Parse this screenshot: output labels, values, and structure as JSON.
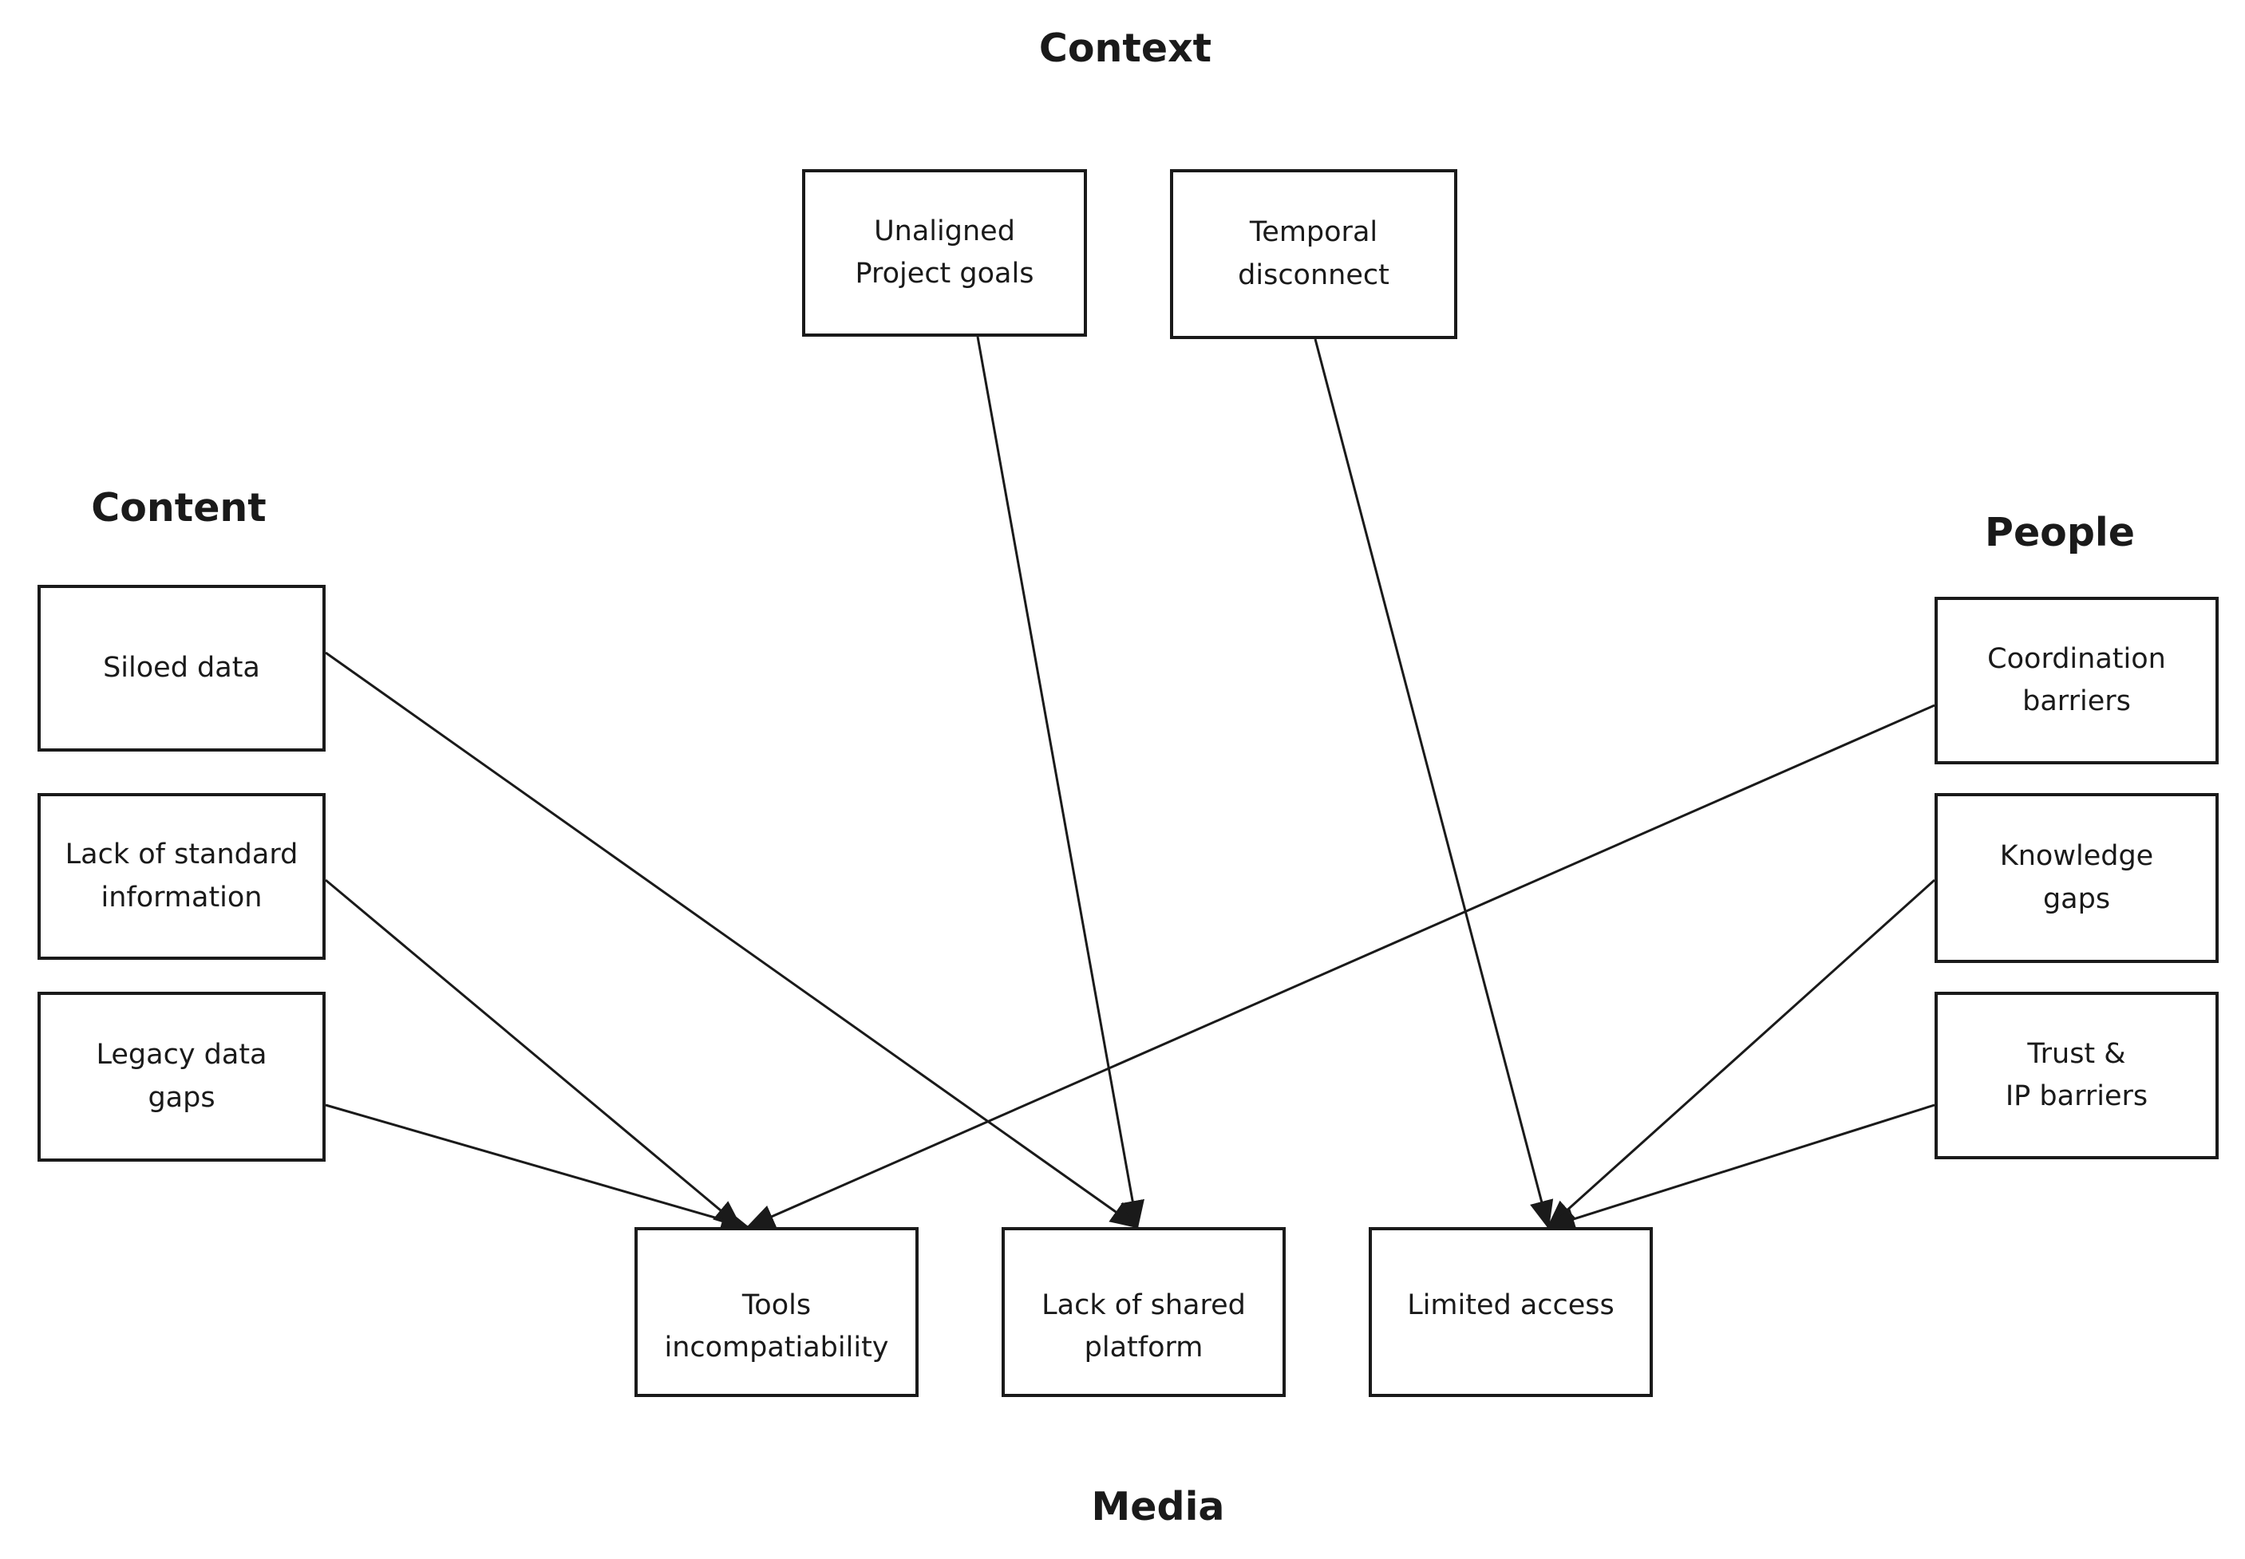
{
  "groups": {
    "context": "Context",
    "content": "Content",
    "people": "People",
    "media": "Media"
  },
  "boxes": {
    "unaligned": "Unaligned\nProject goals",
    "temporal": "Temporal\ndisconnect",
    "siloed": "Siloed data",
    "standard": "Lack of standard\ninformation",
    "legacy": "Legacy data\ngaps",
    "coordination": "Coordination\nbarriers",
    "knowledge": "Knowledge\ngaps",
    "trust": "Trust &\nIP barriers",
    "tools": "Tools\nincompatiability",
    "shared": "Lack of shared\nplatform",
    "limited": "Limited access"
  },
  "edges": [
    {
      "from": "siloed",
      "to": "shared"
    },
    {
      "from": "standard",
      "to": "tools"
    },
    {
      "from": "legacy",
      "to": "tools"
    },
    {
      "from": "unaligned",
      "to": "shared"
    },
    {
      "from": "temporal",
      "to": "limited"
    },
    {
      "from": "coordination",
      "to": "tools"
    },
    {
      "from": "knowledge",
      "to": "limited"
    },
    {
      "from": "trust",
      "to": "limited"
    }
  ]
}
